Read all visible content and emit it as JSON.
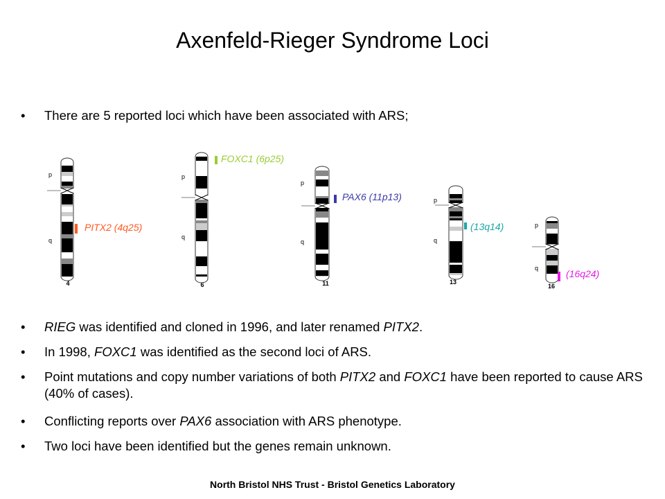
{
  "title": "Axenfeld-Rieger Syndrome Loci",
  "intro": "There are 5 reported loci which have been associated with ARS;",
  "bullets": [
    {
      "parts": [
        {
          "t": "RIEG",
          "i": true
        },
        {
          "t": " was identified and cloned in 1996, and later renamed ",
          "i": false
        },
        {
          "t": "PITX2",
          "i": true
        },
        {
          "t": ".",
          "i": false
        }
      ]
    },
    {
      "parts": [
        {
          "t": "In 1998, ",
          "i": false
        },
        {
          "t": "FOXC1",
          "i": true
        },
        {
          "t": " was identified as the second loci of ARS.",
          "i": false
        }
      ]
    },
    {
      "parts": [
        {
          "t": "Point mutations and copy number variations of both ",
          "i": false
        },
        {
          "t": "PITX2",
          "i": true
        },
        {
          "t": " and ",
          "i": false
        },
        {
          "t": "FOXC1",
          "i": true
        },
        {
          "t": " have been reported to cause ARS (40% of cases).",
          "i": false
        }
      ]
    },
    {
      "parts": [
        {
          "t": "Conflicting reports over ",
          "i": false
        },
        {
          "t": "PAX6",
          "i": true
        },
        {
          "t": " association with ARS phenotype.",
          "i": false
        }
      ]
    },
    {
      "parts": [
        {
          "t": "Two loci have been identified but the genes remain unknown.",
          "i": false
        }
      ]
    }
  ],
  "loci": [
    {
      "chromosome": "4",
      "label": "PITX2 (4q25)",
      "color": "#ff5a1f"
    },
    {
      "chromosome": "6",
      "label": "FOXC1 (6p25)",
      "color": "#9acd32"
    },
    {
      "chromosome": "11",
      "label": "PAX6 (11p13)",
      "color": "#3a3aa8"
    },
    {
      "chromosome": "13",
      "label": "(13q14)",
      "color": "#1aa6a6"
    },
    {
      "chromosome": "16",
      "label": "(16q24)",
      "color": "#e020e0"
    }
  ],
  "arm_labels": {
    "p": "p",
    "q": "q"
  },
  "footer": "North Bristol NHS Trust - Bristol Genetics Laboratory"
}
